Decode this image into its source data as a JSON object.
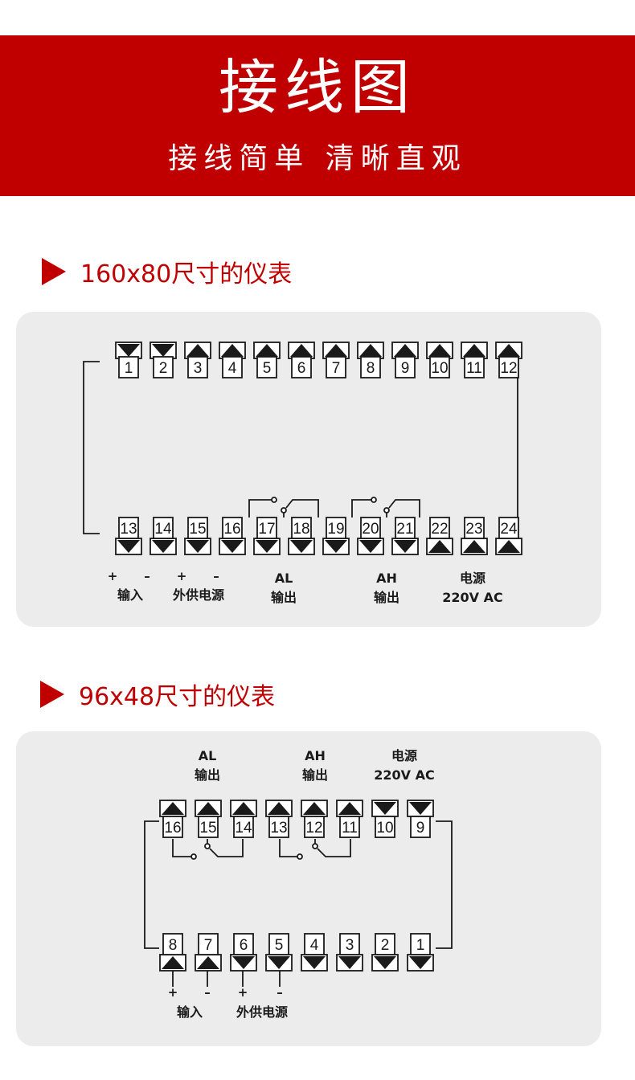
{
  "header": {
    "title": "接线图",
    "subtitle": "接线简单 清晰直观"
  },
  "section1": {
    "title": "160x80尺寸的仪表",
    "top_terminals": [
      "1",
      "2",
      "3",
      "4",
      "5",
      "6",
      "7",
      "8",
      "9",
      "10",
      "11",
      "12"
    ],
    "top_arrow_dirs": [
      "down",
      "down",
      "up",
      "up",
      "up",
      "up",
      "up",
      "up",
      "up",
      "up",
      "up",
      "up"
    ],
    "bottom_terminals": [
      "13",
      "14",
      "15",
      "16",
      "17",
      "18",
      "19",
      "20",
      "21",
      "22",
      "23",
      "24"
    ],
    "bottom_arrow_dirs": [
      "down",
      "down",
      "down",
      "down",
      "down",
      "down",
      "down",
      "down",
      "down",
      "up",
      "up",
      "up"
    ],
    "labels": {
      "plus1": "+",
      "minus1": "–",
      "plus2": "+",
      "minus2": "–",
      "input": "输入",
      "ext_supply": "外供电源",
      "al": "AL",
      "al_out": "输出",
      "ah": "AH",
      "ah_out": "输出",
      "power": "电源",
      "power_spec": "220V AC"
    }
  },
  "section2": {
    "title": "96x48尺寸的仪表",
    "top_terminals": [
      "16",
      "15",
      "14",
      "13",
      "12",
      "11",
      "10",
      "9"
    ],
    "top_arrow_dirs": [
      "up",
      "up",
      "up",
      "up",
      "up",
      "up",
      "down",
      "down"
    ],
    "bottom_terminals": [
      "8",
      "7",
      "6",
      "5",
      "4",
      "3",
      "2",
      "1"
    ],
    "bottom_arrow_dirs": [
      "up",
      "up",
      "down",
      "down",
      "down",
      "down",
      "down",
      "down"
    ],
    "labels": {
      "al": "AL",
      "al_out": "输出",
      "ah": "AH",
      "ah_out": "输出",
      "power": "电源",
      "power_spec": "220V AC",
      "plus1": "+",
      "minus1": "–",
      "plus2": "+",
      "minus2": "–",
      "input": "输入",
      "ext_supply": "外供电源"
    }
  }
}
